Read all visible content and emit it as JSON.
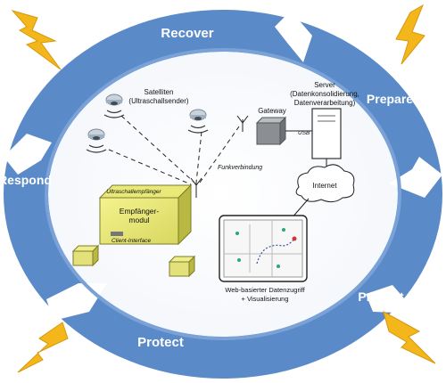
{
  "cycle": {
    "labels": {
      "recover": "Recover",
      "prepare": "Prepare",
      "prevent": "Prevent",
      "protect": "Protect",
      "respond": "Respond"
    },
    "ring_color": "#5b8ac9",
    "text_color": "#ffffff"
  },
  "hazard_icons": [
    "lightning-icon",
    "lightning-icon",
    "lightning-icon",
    "lightning-icon"
  ],
  "hazard_color": "#f4b71b",
  "system": {
    "satellites": {
      "title": "Satelliten",
      "subtitle": "(Ultraschallsender)"
    },
    "gateway": {
      "title": "Gateway",
      "usb": "USB"
    },
    "server": {
      "title": "Server",
      "line2": "(Datenkonsolidierung,",
      "line3": "Datenverarbeitung)"
    },
    "internet": "Internet",
    "radio_link": "Funkverbindung",
    "receiver": {
      "top_label": "Ultraschallempfänger",
      "name_line1": "Empfänger-",
      "name_line2": "modul",
      "client_interface": "Client-Interface"
    },
    "web_access": {
      "line1": "Web-basierter Datenzugriff",
      "line2": "+ Visualisierung"
    }
  }
}
